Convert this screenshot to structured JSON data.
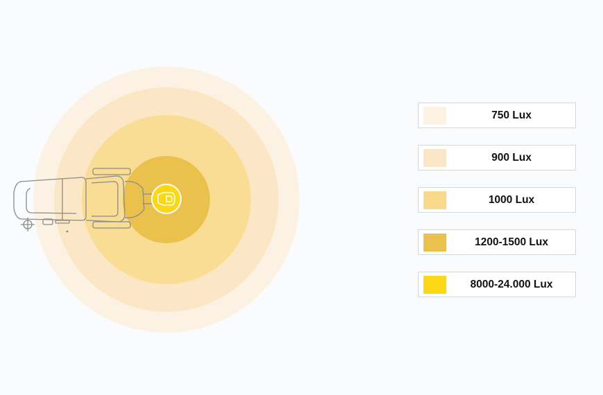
{
  "diagram": {
    "type": "illumination-zones",
    "subject_icon": "tractor-top-view-icon",
    "light_source_icon": "work-light-icon",
    "zones": [
      {
        "label": "750 Lux",
        "color": "#fcf2e3"
      },
      {
        "label": "900 Lux",
        "color": "#fbe7c6"
      },
      {
        "label": "1000 Lux",
        "color": "#f9da8b"
      },
      {
        "label": "1200-1500 Lux",
        "color": "#ebc14e"
      },
      {
        "label": "8000-24.000 Lux",
        "color": "#fbd716"
      }
    ]
  },
  "colors": {
    "background": "#f9fbfc",
    "legend_border": "#d4d6d8",
    "outline": "#8a8a8a"
  }
}
